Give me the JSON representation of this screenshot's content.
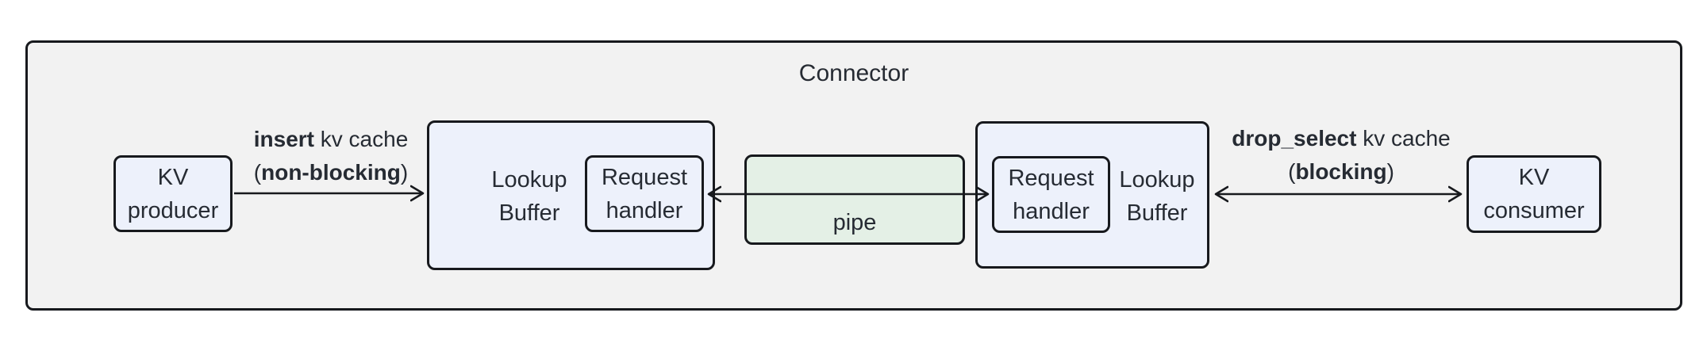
{
  "diagram": {
    "title": "Connector",
    "nodes": {
      "kv_producer": {
        "label": "KV\nproducer"
      },
      "lookup_buffer_left": {
        "label": "Lookup\nBuffer"
      },
      "request_handler_left": {
        "label": "Request\nhandler"
      },
      "pipe": {
        "label": "pipe"
      },
      "request_handler_right": {
        "label": "Request\nhandler"
      },
      "lookup_buffer_right": {
        "label": "Lookup\nBuffer"
      },
      "kv_consumer": {
        "label": "KV\nconsumer"
      }
    },
    "edges": {
      "insert": {
        "line1_bold": "insert",
        "line1_rest": " kv cache",
        "line2_prefix": "(",
        "line2_bold": "non-blocking",
        "line2_suffix": ")"
      },
      "drop_select": {
        "line1_bold": "drop_select",
        "line1_rest": " kv cache",
        "line2_prefix": "(",
        "line2_bold": "blocking",
        "line2_suffix": ")"
      }
    },
    "colors": {
      "container_fill": "#f2f2f2",
      "node_fill": "#edf1fb",
      "pipe_fill": "#e4f0e6",
      "border": "#17191d",
      "text": "#262b33",
      "page_background": "#ffffff"
    }
  }
}
